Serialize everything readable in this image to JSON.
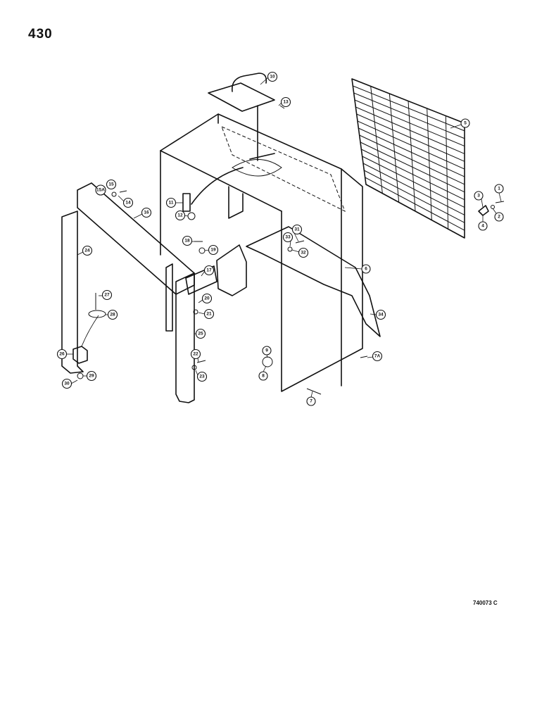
{
  "page_number": "430",
  "drawing_code": "740073 C",
  "callouts": [
    {
      "label": "1"
    },
    {
      "label": "2"
    },
    {
      "label": "3"
    },
    {
      "label": "4"
    },
    {
      "label": "5"
    },
    {
      "label": "6"
    },
    {
      "label": "7"
    },
    {
      "label": "7A"
    },
    {
      "label": "8"
    },
    {
      "label": "9"
    },
    {
      "label": "10"
    },
    {
      "label": "11"
    },
    {
      "label": "12"
    },
    {
      "label": "13"
    },
    {
      "label": "14"
    },
    {
      "label": "15"
    },
    {
      "label": "15A"
    },
    {
      "label": "16"
    },
    {
      "label": "17"
    },
    {
      "label": "18"
    },
    {
      "label": "19"
    },
    {
      "label": "20"
    },
    {
      "label": "21"
    },
    {
      "label": "22"
    },
    {
      "label": "23"
    },
    {
      "label": "24"
    },
    {
      "label": "25"
    },
    {
      "label": "26"
    },
    {
      "label": "27"
    },
    {
      "label": "28"
    },
    {
      "label": "29"
    },
    {
      "label": "30"
    },
    {
      "label": "31"
    },
    {
      "label": "32"
    },
    {
      "label": "33"
    },
    {
      "label": "34"
    }
  ]
}
